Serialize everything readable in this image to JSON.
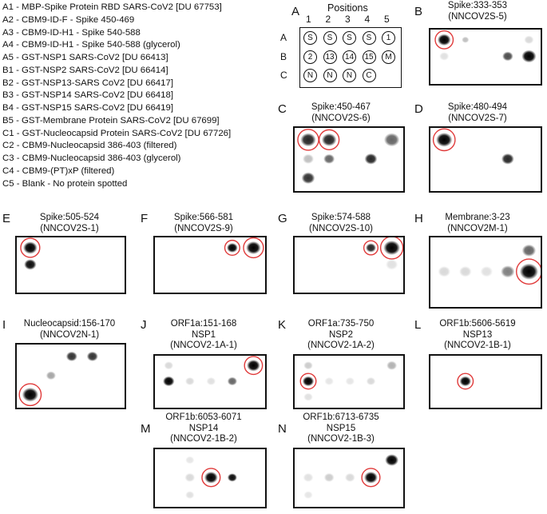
{
  "legend": [
    "A1 - MBP-Spike Protein RBD SARS-CoV2 [DU 67753]",
    "A2 - CBM9-ID-F - Spike 450-469",
    "A3 - CBM9-ID-H1 - Spike 540-588",
    "A4 - CBM9-ID-H1 - Spike 540-588 (glycerol)",
    "A5 - GST-NSP1 SARS-CoV2 [DU 66413]",
    "B1 - GST-NSP2 SARS-CoV2 [DU 66414]",
    "B2 - GST-NSP13-SARS CoV2 [DU 66417]",
    "B3 - GST-NSP14 SARS-CoV2 [DU 66418]",
    "B4 - GST-NSP15 SARS-CoV2 [DU 66419]",
    "B5 - GST-Membrane Protein SARS-CoV2 [DU 67699]",
    "C1 - GST-Nucleocapsid Protein SARS-CoV2 [DU 67726]",
    "C2 - CBM9-Nucleocapsid 386-403  (filtered)",
    "C3 - CBM9-Nucleocapsid 386-403 (glycerol)",
    "C4 - CBM9-(PT)xP (filtered)",
    "C5 - Blank - No protein spotted"
  ],
  "key": {
    "letter": "A",
    "title": "Positions",
    "columns": [
      "1",
      "2",
      "3",
      "4",
      "5"
    ],
    "rows": [
      {
        "label": "A",
        "cells": [
          "S",
          "S",
          "S",
          "S",
          "1"
        ]
      },
      {
        "label": "B",
        "cells": [
          "2",
          "13",
          "14",
          "15",
          "M"
        ]
      },
      {
        "label": "C",
        "cells": [
          "N",
          "N",
          "N",
          "C",
          ""
        ]
      }
    ]
  },
  "colors": {
    "highlight": "#e03a3a",
    "spot": "#000000"
  },
  "panels": [
    {
      "letter": "B",
      "title": "Spike:333-353\n(NNCOV2S-5)",
      "spots": [
        {
          "row": 0,
          "col": 0,
          "intensity": 1.0,
          "size": 1.1,
          "circled": true
        },
        {
          "row": 0,
          "col": 1,
          "intensity": 0.25,
          "size": 0.6
        },
        {
          "row": 0,
          "col": 4,
          "intensity": 0.15,
          "size": 0.8
        },
        {
          "row": 1,
          "col": 0,
          "intensity": 0.12,
          "size": 0.8
        },
        {
          "row": 1,
          "col": 3,
          "intensity": 0.7,
          "size": 0.9
        },
        {
          "row": 1,
          "col": 4,
          "intensity": 1.0,
          "size": 1.2
        }
      ]
    },
    {
      "letter": "C",
      "title": "Spike:450-467\n(NNCOV2S-6)",
      "spots": [
        {
          "row": 0,
          "col": 0,
          "intensity": 0.85,
          "size": 1.1,
          "circled": true
        },
        {
          "row": 0,
          "col": 1,
          "intensity": 0.85,
          "size": 1.05,
          "circled": true
        },
        {
          "row": 0,
          "col": 4,
          "intensity": 0.6,
          "size": 1.1
        },
        {
          "row": 1,
          "col": 0,
          "intensity": 0.25,
          "size": 0.8
        },
        {
          "row": 1,
          "col": 1,
          "intensity": 0.6,
          "size": 0.8
        },
        {
          "row": 1,
          "col": 3,
          "intensity": 0.85,
          "size": 0.9
        },
        {
          "row": 2,
          "col": 0,
          "intensity": 0.8,
          "size": 0.95
        }
      ]
    },
    {
      "letter": "D",
      "title": "Spike:480-494\n(NNCOV2S-7)",
      "spots": [
        {
          "row": 0,
          "col": 0,
          "intensity": 1.0,
          "size": 1.15,
          "circled": true
        },
        {
          "row": 1,
          "col": 3,
          "intensity": 0.85,
          "size": 0.9
        }
      ]
    },
    {
      "letter": "E",
      "title": "Spike:505-524\n(NNCOV2S-1)",
      "spots": [
        {
          "row": 0,
          "col": 0,
          "intensity": 1.0,
          "size": 1.15,
          "circled": true
        },
        {
          "row": 1,
          "col": 0,
          "intensity": 0.95,
          "size": 1.0
        }
      ]
    },
    {
      "letter": "F",
      "title": "Spike:566-581\n(NNCOV2S-9)",
      "spots": [
        {
          "row": 0,
          "col": 3,
          "intensity": 1.0,
          "size": 0.9,
          "circled": true
        },
        {
          "row": 0,
          "col": 4,
          "intensity": 1.0,
          "size": 1.2,
          "circled": true
        }
      ]
    },
    {
      "letter": "G",
      "title": "Spike:574-588\n(NNCOV2S-10)",
      "spots": [
        {
          "row": 0,
          "col": 3,
          "intensity": 0.85,
          "size": 0.85,
          "circled": true
        },
        {
          "row": 0,
          "col": 4,
          "intensity": 1.0,
          "size": 1.35,
          "circled": true
        },
        {
          "row": 1,
          "col": 4,
          "intensity": 0.12,
          "size": 1.0
        }
      ]
    },
    {
      "letter": "H",
      "title": "Membrane:3-23\n(NNCOV2M-1)",
      "spots": [
        {
          "row": 0,
          "col": 4,
          "intensity": 0.6,
          "size": 0.9
        },
        {
          "row": 1,
          "col": 0,
          "intensity": 0.15,
          "size": 0.8
        },
        {
          "row": 1,
          "col": 1,
          "intensity": 0.15,
          "size": 0.8
        },
        {
          "row": 1,
          "col": 2,
          "intensity": 0.12,
          "size": 0.8
        },
        {
          "row": 1,
          "col": 3,
          "intensity": 0.5,
          "size": 0.9
        },
        {
          "row": 1,
          "col": 4,
          "intensity": 1.0,
          "size": 1.2,
          "circled": true
        }
      ]
    },
    {
      "letter": "I",
      "title": "Nucleocapsid:156-170\n(NNCOV2N-1)",
      "spots": [
        {
          "row": 0,
          "col": 2,
          "intensity": 0.8,
          "size": 0.8
        },
        {
          "row": 0,
          "col": 3,
          "intensity": 0.8,
          "size": 0.8
        },
        {
          "row": 1,
          "col": 1,
          "intensity": 0.35,
          "size": 0.7
        },
        {
          "row": 2,
          "col": 0,
          "intensity": 1.0,
          "size": 1.15,
          "circled": true
        }
      ]
    },
    {
      "letter": "J",
      "title": "ORF1a:151-168\nNSP1\n(NNCOV2-1A-1)",
      "spots": [
        {
          "row": 0,
          "col": 0,
          "intensity": 0.15,
          "size": 0.8
        },
        {
          "row": 0,
          "col": 4,
          "intensity": 1.0,
          "size": 1.15,
          "circled": true
        },
        {
          "row": 1,
          "col": 0,
          "intensity": 1.0,
          "size": 1.0
        },
        {
          "row": 1,
          "col": 1,
          "intensity": 0.15,
          "size": 0.8
        },
        {
          "row": 1,
          "col": 2,
          "intensity": 0.12,
          "size": 0.8
        },
        {
          "row": 1,
          "col": 3,
          "intensity": 0.6,
          "size": 0.85
        }
      ]
    },
    {
      "letter": "K",
      "title": "ORF1a:735-750\nNSP2\n(NNCOV2-1A-2)",
      "spots": [
        {
          "row": 0,
          "col": 0,
          "intensity": 0.2,
          "size": 0.8
        },
        {
          "row": 0,
          "col": 4,
          "intensity": 0.3,
          "size": 0.9
        },
        {
          "row": 1,
          "col": 0,
          "intensity": 1.0,
          "size": 1.0,
          "circled": true
        },
        {
          "row": 1,
          "col": 1,
          "intensity": 0.1,
          "size": 0.8
        },
        {
          "row": 1,
          "col": 2,
          "intensity": 0.1,
          "size": 0.8
        },
        {
          "row": 1,
          "col": 3,
          "intensity": 0.15,
          "size": 0.8
        },
        {
          "row": 2,
          "col": 0,
          "intensity": 0.12,
          "size": 0.8
        }
      ]
    },
    {
      "letter": "L",
      "title": "ORF1b:5606-5619\nNSP13\n(NNCOV2-1B-1)",
      "spots": [
        {
          "row": 1,
          "col": 1,
          "intensity": 1.0,
          "size": 1.0,
          "circled": true
        }
      ]
    },
    {
      "letter": "M",
      "title": "ORF1b:6053-6071\nNSP14\n(NNCOV2-1B-2)",
      "spots": [
        {
          "row": 0,
          "col": 1,
          "intensity": 0.1,
          "size": 0.7
        },
        {
          "row": 1,
          "col": 1,
          "intensity": 0.15,
          "size": 0.8
        },
        {
          "row": 1,
          "col": 2,
          "intensity": 1.0,
          "size": 1.05,
          "circled": true
        },
        {
          "row": 1,
          "col": 3,
          "intensity": 0.95,
          "size": 0.75
        },
        {
          "row": 2,
          "col": 1,
          "intensity": 0.12,
          "size": 0.7
        }
      ]
    },
    {
      "letter": "N",
      "title": "ORF1b:6713-6735\nNSP15\n(NNCOV2-1B-3)",
      "spots": [
        {
          "row": 0,
          "col": 4,
          "intensity": 1.0,
          "size": 1.05
        },
        {
          "row": 1,
          "col": 0,
          "intensity": 0.12,
          "size": 0.8
        },
        {
          "row": 1,
          "col": 1,
          "intensity": 0.2,
          "size": 0.8
        },
        {
          "row": 1,
          "col": 2,
          "intensity": 0.15,
          "size": 0.8
        },
        {
          "row": 1,
          "col": 3,
          "intensity": 1.0,
          "size": 1.05,
          "circled": true
        },
        {
          "row": 2,
          "col": 0,
          "intensity": 0.1,
          "size": 0.7
        }
      ]
    }
  ]
}
